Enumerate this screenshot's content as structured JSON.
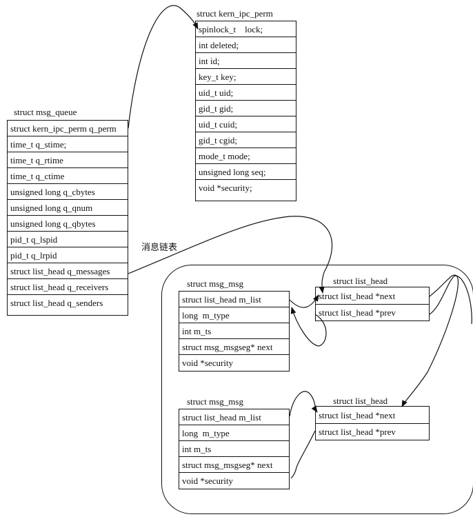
{
  "perm": {
    "title": "struct kern_ipc_perm",
    "fields": [
      "spinlock_t    lock;",
      "int deleted;",
      "int id;",
      "key_t key;",
      "uid_t uid;",
      "gid_t gid;",
      "uid_t cuid;",
      "gid_t cgid;",
      "mode_t mode;",
      "unsigned long seq;",
      "void *security;"
    ]
  },
  "queue": {
    "title": "struct msg_queue",
    "fields": [
      "struct kern_ipc_perm q_perm",
      "time_t q_stime;",
      "time_t q_rtime",
      "time_t q_ctime",
      "unsigned long q_cbytes",
      "unsigned long q_qnum",
      "unsigned long q_qbytes",
      "pid_t q_lspid",
      "pid_t q_lrpid",
      "struct list_head q_messages",
      "struct list_head q_receivers",
      "struct list_head q_senders"
    ]
  },
  "chain_label": "消息链表",
  "msg1": {
    "title": "struct msg_msg",
    "fields": [
      "struct list_head m_list",
      "long  m_type",
      "int m_ts",
      "struct msg_msgseg* next",
      "void *security"
    ]
  },
  "list1": {
    "title": "struct list_head",
    "fields": [
      "struct list_head *next",
      "struct list_head *prev"
    ]
  },
  "msg2": {
    "title": "struct msg_msg",
    "fields": [
      "struct list_head m_list",
      "long  m_type",
      "int m_ts",
      "struct msg_msgseg* next",
      "void *security"
    ]
  },
  "list2": {
    "title": "struct list_head",
    "fields": [
      "struct list_head *next",
      "struct list_head *prev"
    ]
  }
}
